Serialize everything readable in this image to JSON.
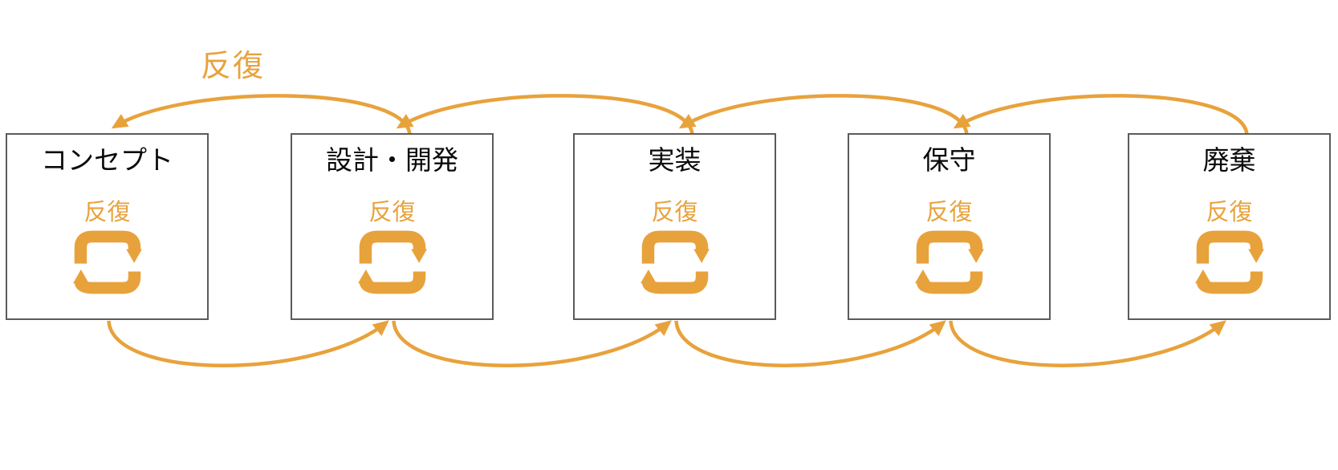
{
  "diagram": {
    "background_color": "#FFFFFF",
    "accent_color": "#E8A23C",
    "box_border_color": "#5B5B5B",
    "title_color": "#0A0A0A",
    "top_iteration_label": "反復",
    "stages": [
      {
        "title": "コンセプト",
        "iteration_label": "反復",
        "icon": "cycle-arrows-icon"
      },
      {
        "title": "設計・開発",
        "iteration_label": "反復",
        "icon": "cycle-arrows-icon"
      },
      {
        "title": "実装",
        "iteration_label": "反復",
        "icon": "cycle-arrows-icon"
      },
      {
        "title": "保守",
        "iteration_label": "反復",
        "icon": "cycle-arrows-icon"
      },
      {
        "title": "廃棄",
        "iteration_label": "反復",
        "icon": "cycle-arrows-icon"
      }
    ],
    "connections": {
      "top_backward_arrows": [
        {
          "from": "設計・開発",
          "to": "コンセプト"
        },
        {
          "from": "実装",
          "to": "設計・開発"
        },
        {
          "from": "保守",
          "to": "実装"
        },
        {
          "from": "廃棄",
          "to": "保守"
        }
      ],
      "bottom_forward_arrows": [
        {
          "from": "コンセプト",
          "to": "設計・開発"
        },
        {
          "from": "設計・開発",
          "to": "実装"
        },
        {
          "from": "実装",
          "to": "保守"
        },
        {
          "from": "保守",
          "to": "廃棄"
        }
      ]
    }
  }
}
